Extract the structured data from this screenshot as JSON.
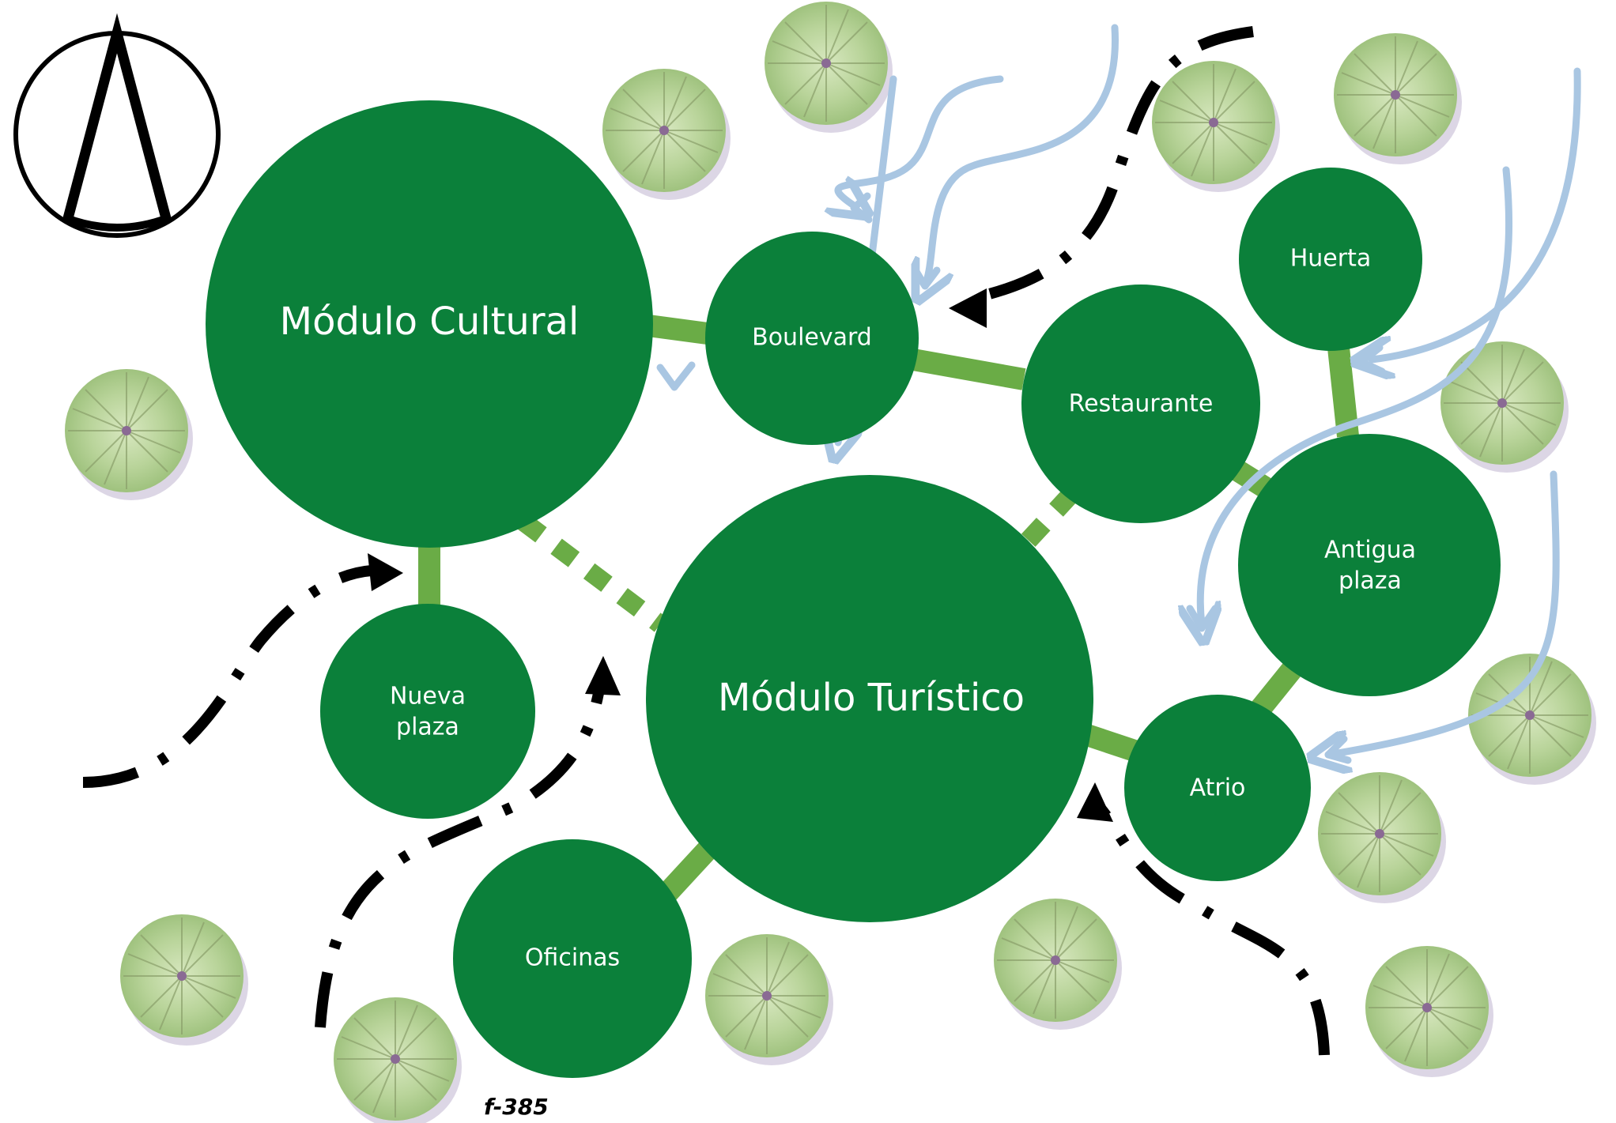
{
  "nodes": {
    "modulo_cultural": "Módulo Cultural",
    "boulevard": "Boulevard",
    "restaurante": "Restaurante",
    "huerta": "Huerta",
    "antigua_plaza_1": "Antigua",
    "antigua_plaza_2": "plaza",
    "modulo_turistico": "Módulo Turístico",
    "nueva_plaza_1": "Nueva",
    "nueva_plaza_2": "plaza",
    "atrio": "Atrio",
    "oficinas": "Oficinas"
  },
  "figure_label": "f-385",
  "colors": {
    "node_fill": "#0b803a",
    "connector": "#6aac46",
    "wind_arrow": "#a9c6e2",
    "access_path": "#000000"
  },
  "icons": {
    "north_arrow": "north-arrow-icon",
    "tree": "tree-icon"
  }
}
